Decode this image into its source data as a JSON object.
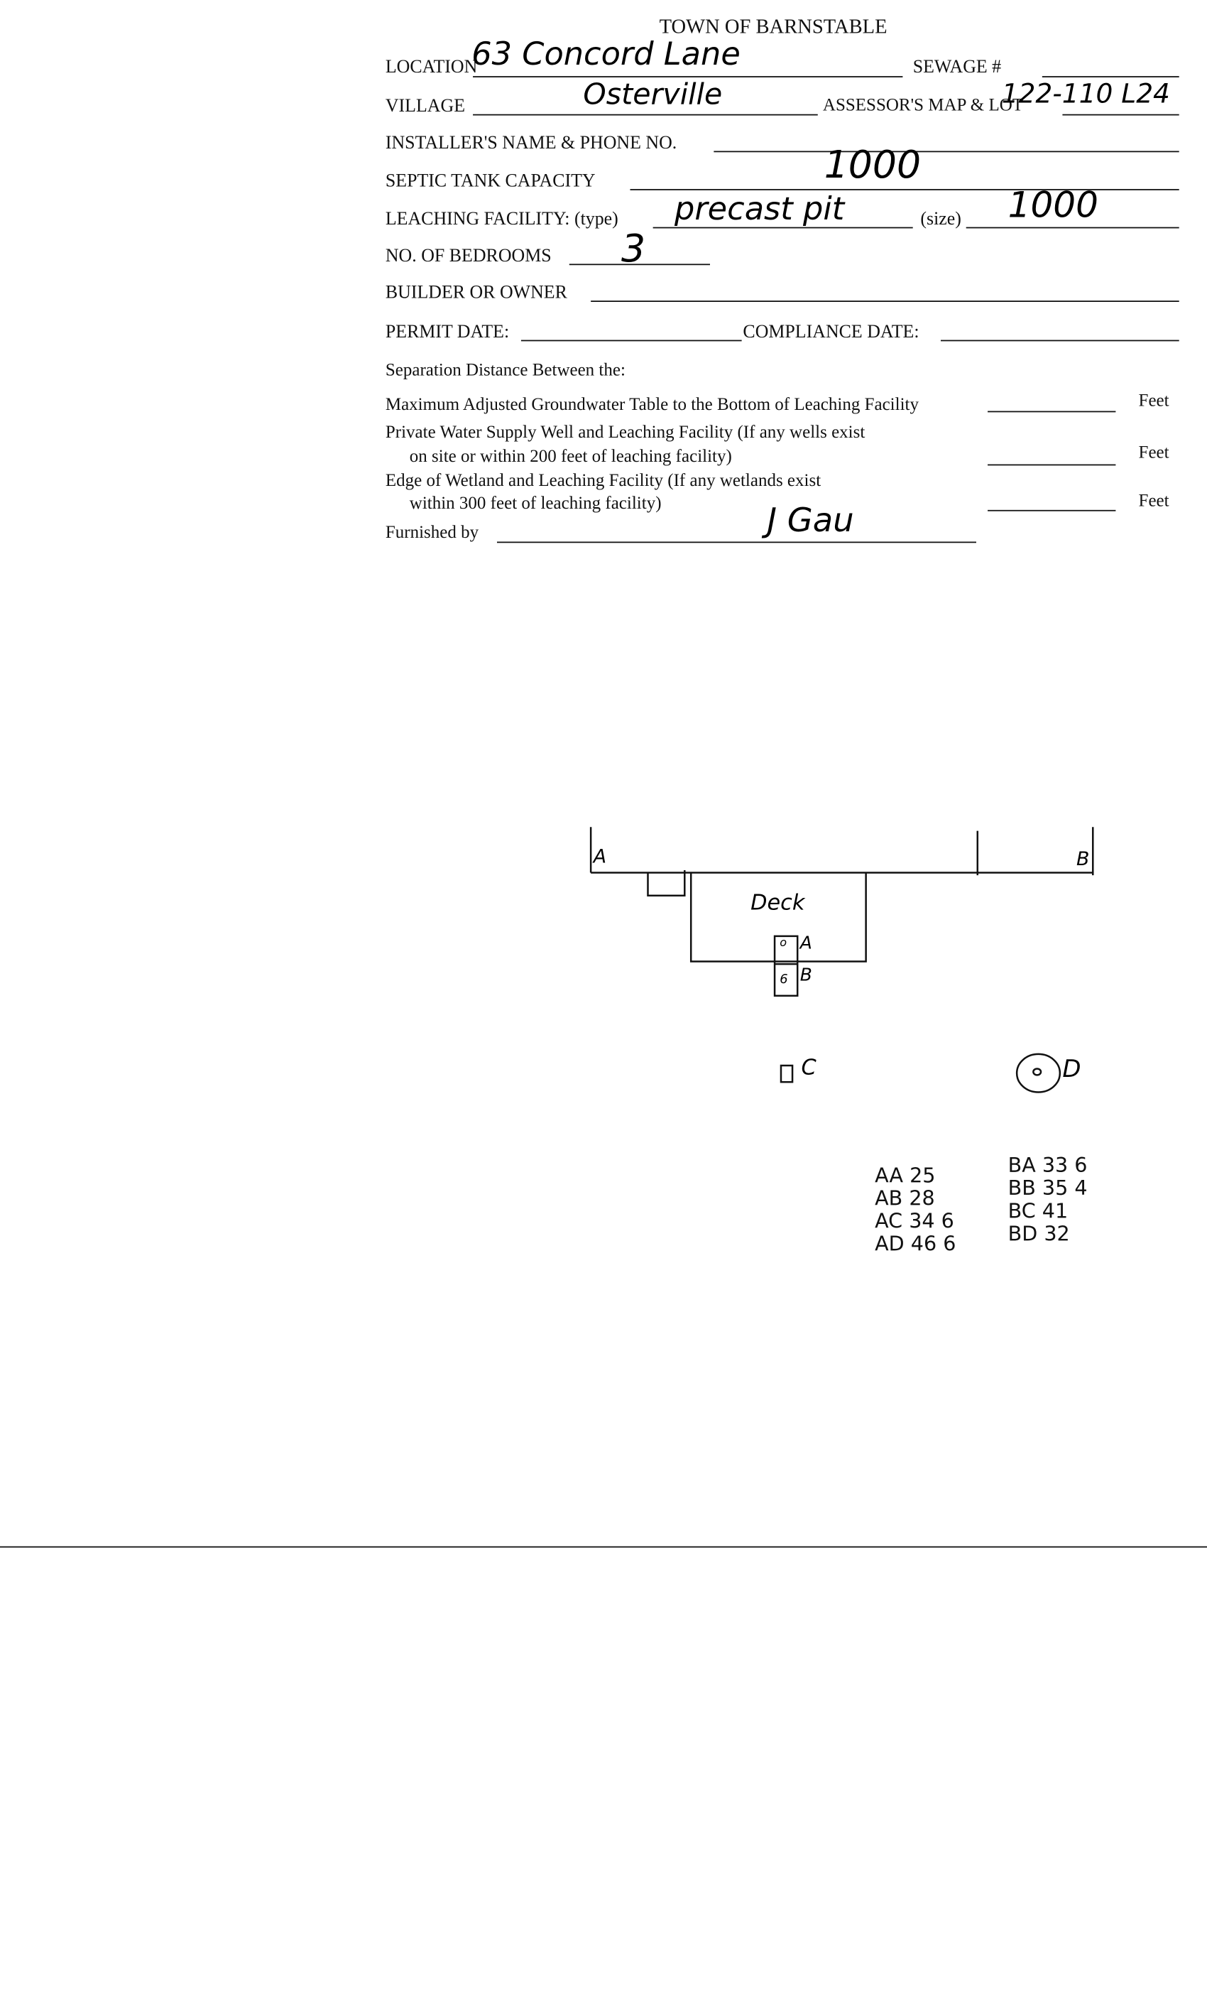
{
  "form": {
    "title": "TOWN OF BARNSTABLE",
    "location_label": "LOCATION",
    "location_value": "63 Concord Lane",
    "sewage_label": "SEWAGE #",
    "sewage_value": "",
    "village_label": "VILLAGE",
    "village_value": "Osterville",
    "map_lot_label": "ASSESSOR'S MAP & LOT",
    "map_lot_value": "122-110 L24",
    "installer_label": "INSTALLER'S NAME & PHONE NO.",
    "septic_label": "SEPTIC TANK CAPACITY",
    "septic_value": "1000",
    "leaching_type_label": "LEACHING FACILITY: (type)",
    "leaching_type_value": "precast pit",
    "leaching_size_label": "(size)",
    "leaching_size_value": "1000",
    "bedrooms_label": "NO. OF BEDROOMS",
    "bedrooms_value": "3",
    "builder_label": "BUILDER OR OWNER",
    "permit_label": "PERMIT DATE:",
    "compliance_label": "COMPLIANCE  DATE:",
    "separation_heading": "Separation Distance Between the:",
    "sep1": "Maximum Adjusted Groundwater Table to the Bottom of Leaching Facility",
    "sep2a": "Private Water Supply Well and Leaching Facility  (If any wells exist",
    "sep2b": "on site or within 200 feet of leaching facility)",
    "sep3a": "Edge of Wetland and Leaching Facility (If any wetlands exist",
    "sep3b": "within 300 feet of leaching facility)",
    "feet": "Feet",
    "furnished_label": "Furnished by",
    "furnished_value": "J Gau"
  },
  "sketch": {
    "label_a": "A",
    "label_b": "B",
    "deck": "Deck",
    "tank_a": "A",
    "tank_b": "B",
    "tank_o": "o",
    "tank_6": "6",
    "label_c": "C",
    "label_d": "D",
    "measurements_a": [
      "AA 25",
      "AB 28",
      "AC 34 6",
      "AD 46 6"
    ],
    "measurements_b": [
      "BA 33 6",
      "BB 35 4",
      "BC 41",
      "BD 32"
    ]
  }
}
